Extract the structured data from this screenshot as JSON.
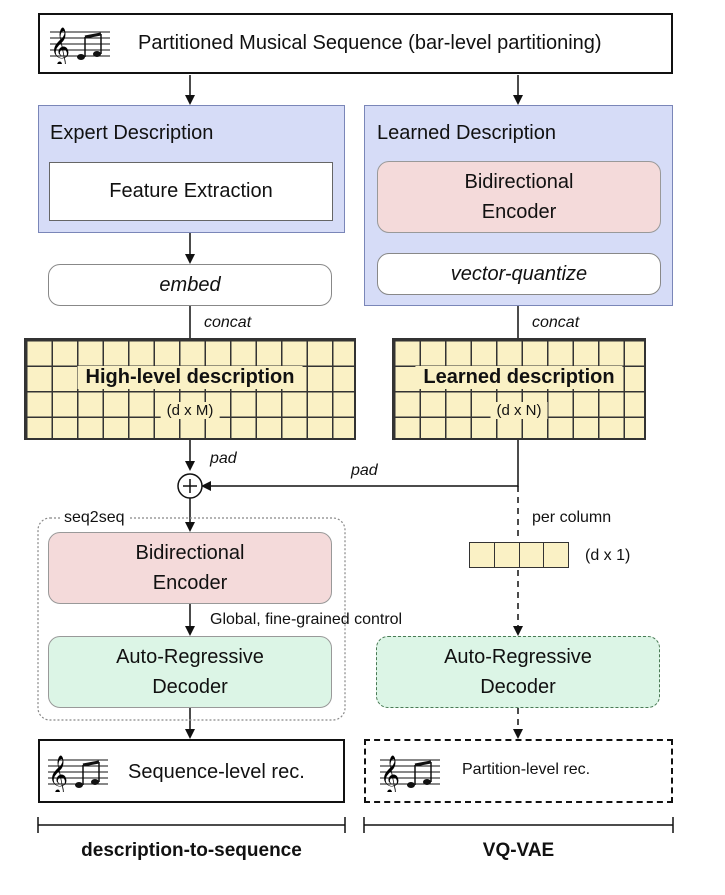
{
  "top": {
    "label": "Partitioned Musical Sequence (bar-level partitioning)"
  },
  "expert": {
    "title": "Expert Description",
    "feature_extraction": "Feature Extraction",
    "embed": "embed",
    "concat": "concat",
    "grid_label": "High-level description",
    "grid_dim": "(d x M)"
  },
  "learned": {
    "title": "Learned Description",
    "encoder_line1": "Bidirectional",
    "encoder_line2": "Encoder",
    "vq": "vector-quantize",
    "concat": "concat",
    "grid_label": "Learned description",
    "grid_dim": "(d x N)"
  },
  "flow": {
    "pad_left": "pad",
    "pad_right": "pad",
    "per_column": "per column",
    "column_dim": "(d x 1)",
    "global_control": "Global, fine-grained control"
  },
  "seq2seq": {
    "label": "seq2seq",
    "encoder_line1": "Bidirectional",
    "encoder_line2": "Encoder",
    "decoder_line1": "Auto-Regressive",
    "decoder_line2": "Decoder"
  },
  "vqvae": {
    "decoder_line1": "Auto-Regressive",
    "decoder_line2": "Decoder"
  },
  "outputs": {
    "sequence_rec": "Sequence-level rec.",
    "partition_rec": "Partition-level rec."
  },
  "bottom": {
    "left_label": "description-to-sequence",
    "right_label": "VQ-VAE"
  }
}
